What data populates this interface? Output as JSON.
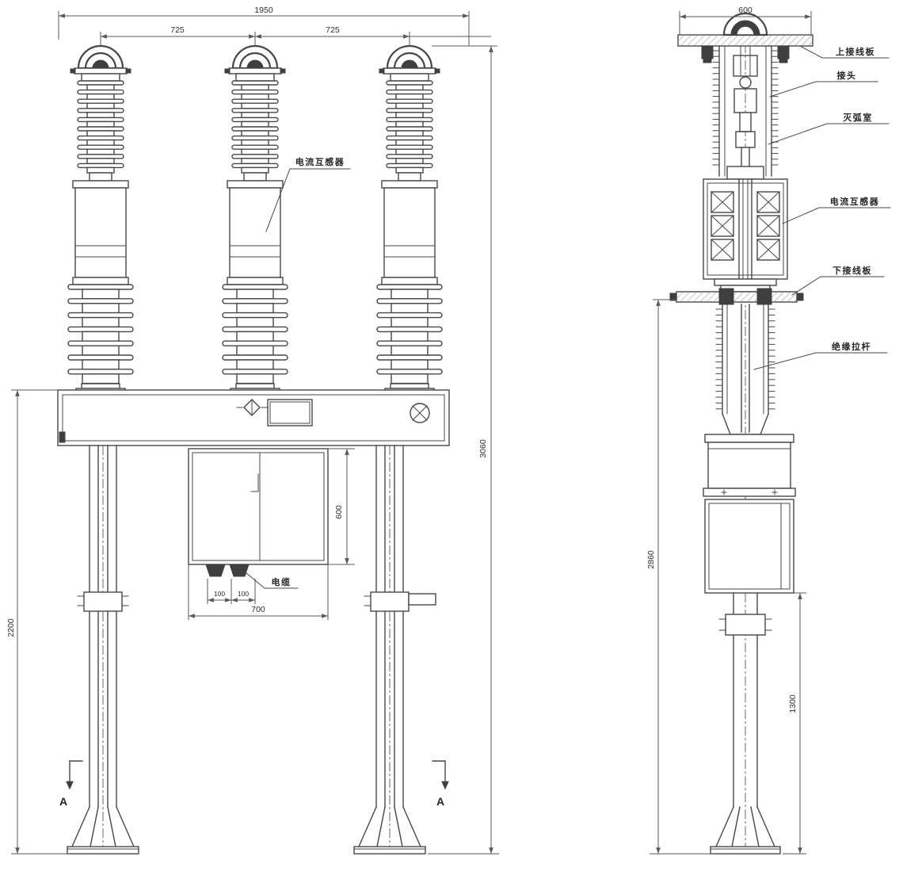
{
  "drawing": {
    "front_view": {
      "dimensions": {
        "overall_width": "1950",
        "phase_spacing_left": "725",
        "phase_spacing_right": "725",
        "frame_height": "2200",
        "overall_height": "3060",
        "mechanism_box_height": "600",
        "mechanism_box_width": "700",
        "cable_gland_spacing_1": "100",
        "cable_gland_spacing_2": "100"
      },
      "labels": {
        "current_transformer": "电流互感器",
        "cable": "电缆",
        "section_marker": "A"
      }
    },
    "side_view": {
      "dimensions": {
        "top_plate_width": "600",
        "pole_height": "2860",
        "support_height": "1300"
      },
      "labels": {
        "upper_terminal_plate": "上接线板",
        "contact_head": "接头",
        "arc_chamber": "灭弧室",
        "current_transformer": "电流互感器",
        "lower_terminal_plate": "下接线板",
        "insulating_rod": "绝缘拉杆"
      }
    }
  },
  "colors": {
    "background": "#ffffff",
    "line": "#474747",
    "dimension": "#5a5a5a",
    "text": "#2e2e2e"
  }
}
